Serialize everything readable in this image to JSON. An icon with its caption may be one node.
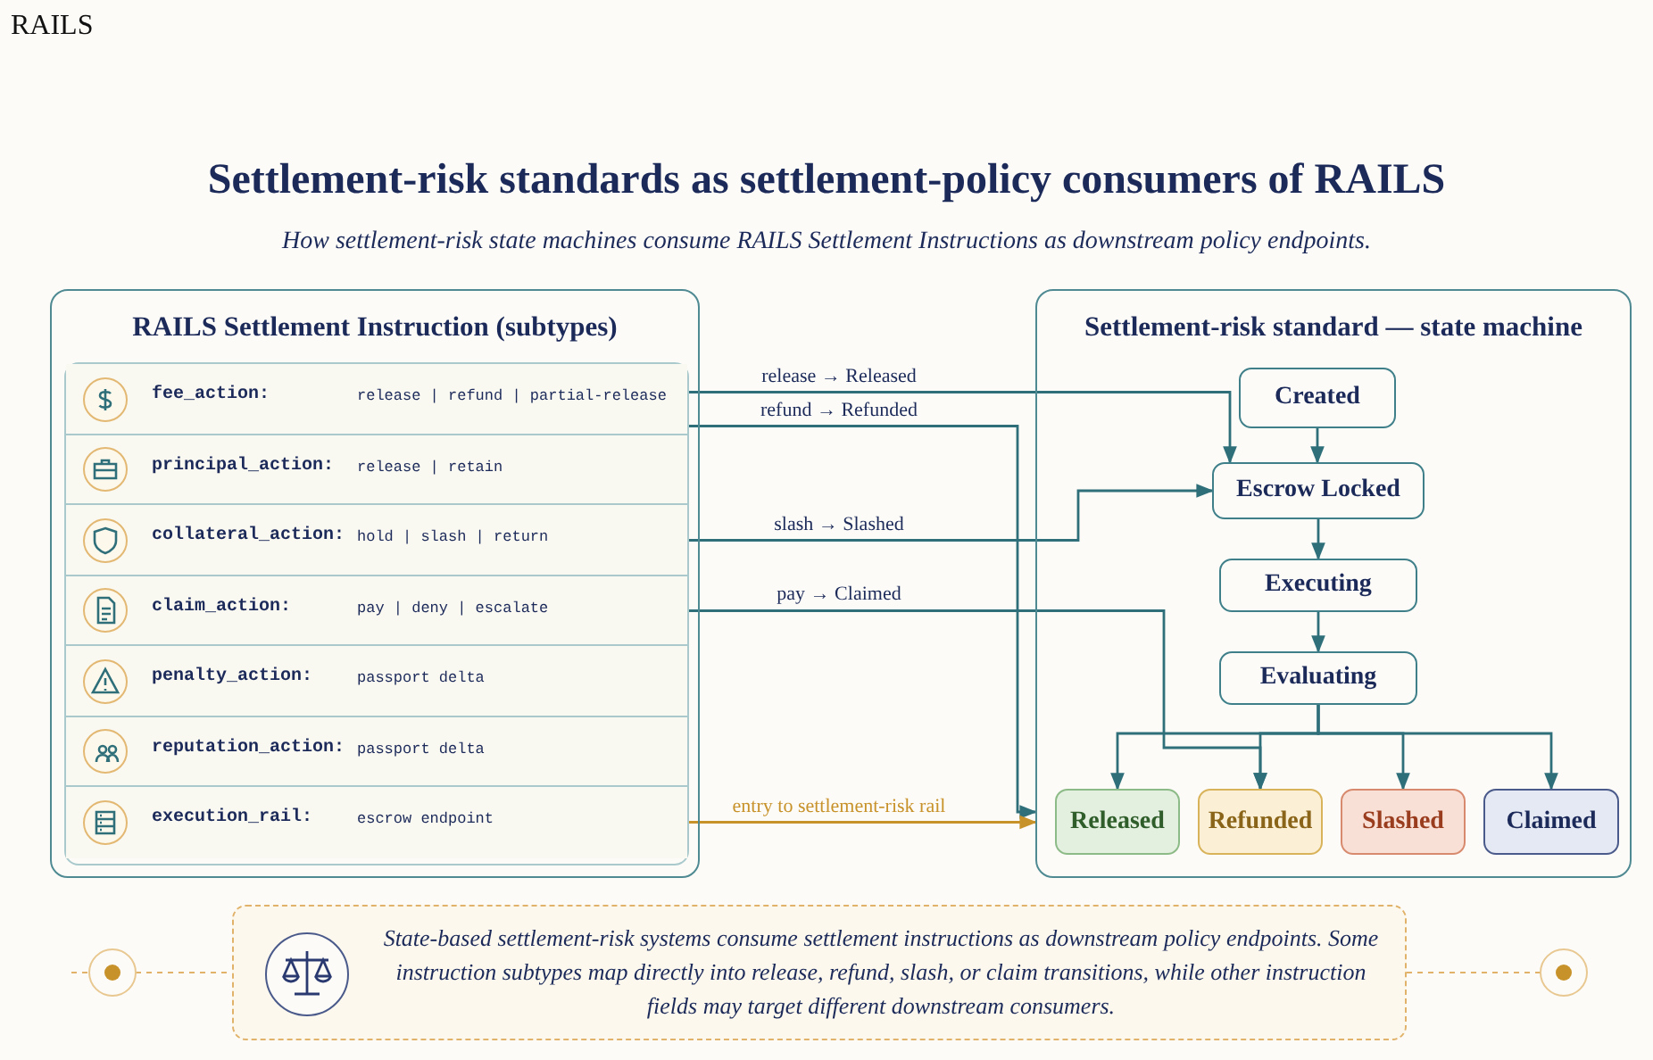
{
  "diagram": {
    "title": "Settlement-risk standards as settlement-policy consumers of RAILS",
    "caption": "How settlement-risk state machines consume RAILS Settlement Instructions as downstream policy endpoints.",
    "nodes": [
      {
        "text": [
          "RAILS Settlement Instruction (subtypes)"
        ]
      },
      {
        "text": [
          "fee_action:",
          "release | refund | partial-release"
        ],
        "in": 0
      },
      {
        "text": [
          "principal_action:",
          "release | retain"
        ],
        "in": 0
      },
      {
        "text": [
          "collateral_action:",
          "hold | slash | return"
        ],
        "in": 0
      },
      {
        "text": [
          "claim_action:",
          "pay | deny | escalate"
        ],
        "in": 0
      },
      {
        "text": [
          "penalty_action:",
          "passport delta"
        ],
        "in": 0
      },
      {
        "text": [
          "reputation_action:",
          "passport delta"
        ],
        "in": 0
      },
      {
        "text": [
          "execution_rail:",
          "escrow endpoint"
        ],
        "in": 0
      },
      {
        "text": [
          "Settlement-risk standard — state machine"
        ]
      },
      {
        "text": [
          "Created"
        ],
        "in": 8
      },
      {
        "text": [
          "Escrow Locked"
        ],
        "in": 8
      },
      {
        "text": [
          "Executing"
        ],
        "in": 8
      },
      {
        "text": [
          "Evaluating"
        ],
        "in": 8
      },
      {
        "text": [
          "Released"
        ],
        "in": 8
      },
      {
        "text": [
          "Refunded"
        ],
        "in": 8
      },
      {
        "text": [
          "Slashed"
        ],
        "in": 8
      },
      {
        "text": [
          "Claimed"
        ],
        "in": 8
      },
      {
        "text": [
          "State-based settlement-risk systems consume settlement instructions as downstream policy endpoints. Some instruction subtypes map directly into release, refund, slash, or claim transitions, while other instruction fields may target different downstream consumers."
        ]
      }
    ],
    "edges": [
      {
        "from": 1,
        "to": 10,
        "arrow": "to",
        "label": "release → Released"
      },
      {
        "from": 1,
        "to": 8,
        "arrow": "to",
        "label": "refund → Refunded"
      },
      {
        "from": 3,
        "to": 10,
        "arrow": "to",
        "label": "slash → Slashed"
      },
      {
        "from": 4,
        "to": 14,
        "arrow": "to",
        "label": "pay → Claimed"
      },
      {
        "from": 7,
        "to": 8,
        "arrow": "to",
        "label": "entry to settlement-risk rail",
        "color": "#c8922a"
      },
      {
        "from": 9,
        "to": 10,
        "arrow": "to"
      },
      {
        "from": 10,
        "to": 11,
        "arrow": "to"
      },
      {
        "from": 11,
        "to": 12,
        "arrow": "to"
      },
      {
        "from": 12,
        "to": 13,
        "arrow": "to"
      },
      {
        "from": 12,
        "to": 14,
        "arrow": "to"
      },
      {
        "from": 12,
        "to": 15,
        "arrow": "to"
      },
      {
        "from": 12,
        "to": 16,
        "arrow": "to"
      }
    ],
    "labels": [
      "RAILS"
    ]
  }
}
